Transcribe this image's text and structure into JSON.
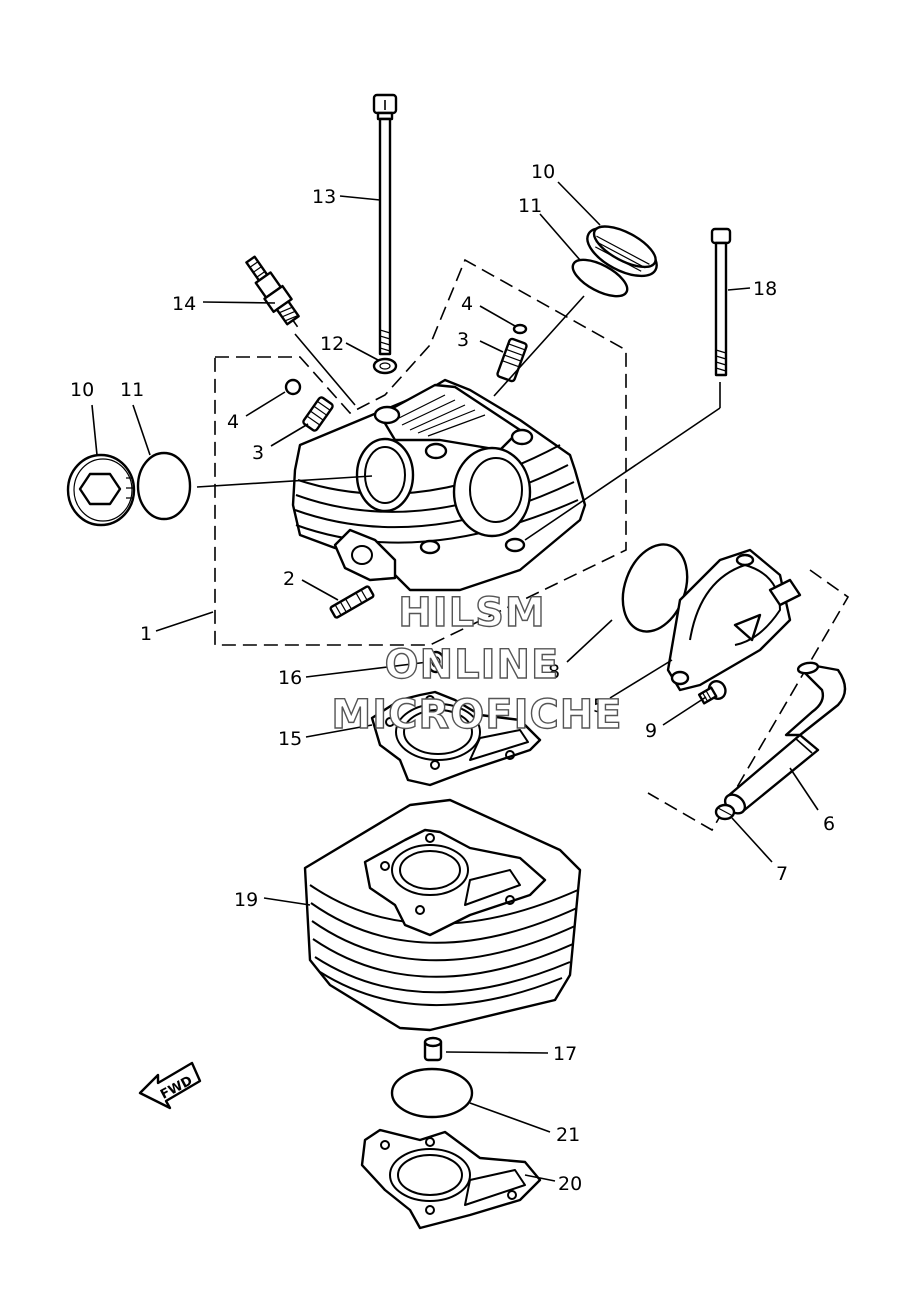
{
  "callouts": {
    "c1": "1",
    "c2": "2",
    "c3a": "3",
    "c3b": "3",
    "c4a": "4",
    "c4b": "4",
    "c5": "5",
    "c6": "6",
    "c7": "7",
    "c8": "8",
    "c9": "9",
    "c10a": "10",
    "c10b": "10",
    "c11a": "11",
    "c11b": "11",
    "c12": "12",
    "c13": "13",
    "c14": "14",
    "c15": "15",
    "c16": "16",
    "c17": "17",
    "c18": "18",
    "c19": "19",
    "c20": "20",
    "c21": "21"
  },
  "direction_label": "FWD",
  "watermark": {
    "line1": "HILSM",
    "line2": "ONLINE",
    "line3": "MICROFICHE"
  }
}
